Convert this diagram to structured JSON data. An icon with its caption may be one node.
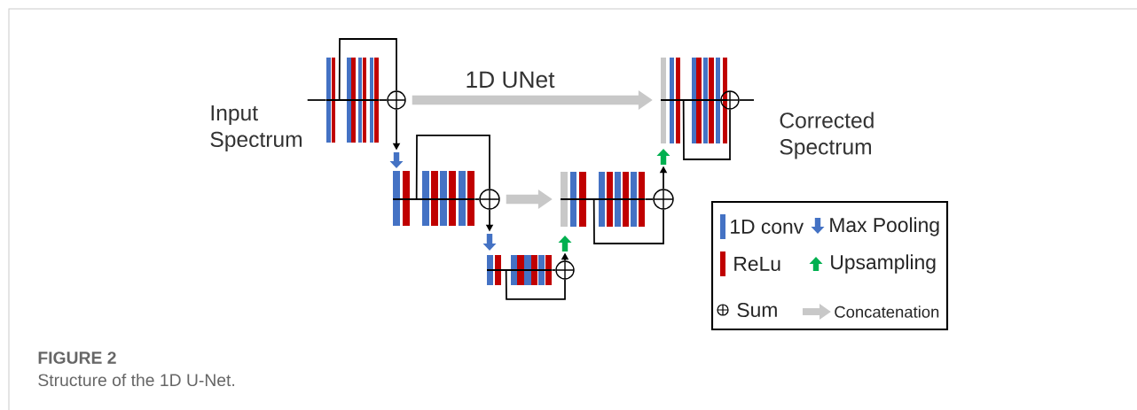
{
  "diagram": {
    "caption": "Structure of the 1D U-Net.",
    "nodes": [
      {
        "text": [
          "Input Spectrum"
        ]
      },
      {
        "text": [],
        "shape": "bar"
      },
      {
        "text": [],
        "shape": "circle"
      },
      {
        "text": [],
        "shape": "bar"
      },
      {
        "text": [],
        "shape": "circle"
      },
      {
        "text": [],
        "shape": "bar"
      },
      {
        "text": [],
        "shape": "circle"
      },
      {
        "text": [],
        "shape": "bar"
      },
      {
        "text": [],
        "shape": "circle"
      },
      {
        "text": [],
        "shape": "bar"
      },
      {
        "text": [],
        "shape": "circle"
      },
      {
        "text": [
          "Corrected Spectrum"
        ]
      }
    ],
    "edges": [
      {
        "from": 0,
        "to": 1,
        "arrow": "none"
      },
      {
        "from": 1,
        "to": 2,
        "arrow": "none"
      },
      {
        "from": 1,
        "to": 2,
        "arrow": "none"
      },
      {
        "from": 2,
        "to": 3,
        "arrow": "to"
      },
      {
        "from": 2,
        "to": 9,
        "arrow": "to",
        "style": "thick",
        "color": "#c8c8c8"
      },
      {
        "from": 3,
        "to": 4,
        "arrow": "none"
      },
      {
        "from": 3,
        "to": 4,
        "arrow": "none"
      },
      {
        "from": 4,
        "to": 5,
        "arrow": "to"
      },
      {
        "from": 4,
        "to": 7,
        "arrow": "to",
        "style": "thick",
        "color": "#c8c8c8"
      },
      {
        "from": 5,
        "to": 6,
        "arrow": "none"
      },
      {
        "from": 5,
        "to": 6,
        "arrow": "none"
      },
      {
        "from": 6,
        "to": 7,
        "arrow": "to"
      },
      {
        "from": 7,
        "to": 8,
        "arrow": "none"
      },
      {
        "from": 7,
        "to": 8,
        "arrow": "none"
      },
      {
        "from": 8,
        "to": 9,
        "arrow": "to"
      },
      {
        "from": 9,
        "to": 10,
        "arrow": "none"
      },
      {
        "from": 9,
        "to": 10,
        "arrow": "none"
      },
      {
        "from": 10,
        "to": null,
        "arrow": "none"
      }
    ],
    "labels": [
      "1D UNet",
      "FIGURE 2"
    ],
    "legend": [
      {
        "text": "1D conv",
        "color": "#4472c4"
      },
      {
        "text": "Max Pooling"
      },
      {
        "text": "ReLu",
        "color": "#c00000"
      },
      {
        "text": "Upsampling"
      },
      {
        "text": "Sum"
      },
      {
        "text": "Concatenation"
      }
    ]
  }
}
